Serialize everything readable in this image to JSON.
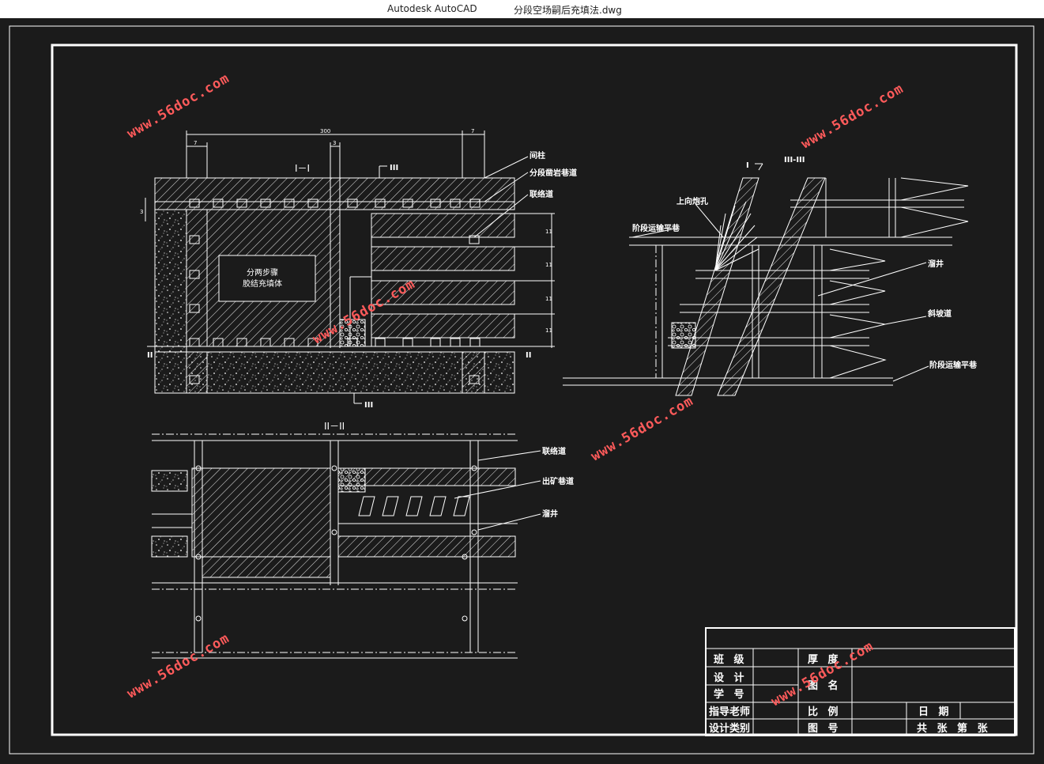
{
  "app": {
    "name": "Autodesk AutoCAD",
    "document": "分段空场嗣后充填法.dwg"
  },
  "section_1": {
    "title": "I－I",
    "cut_marker_right": "III",
    "cut_marker_bottom": "III",
    "side_marker_left": "II",
    "side_marker_right": "II",
    "dim_total": "300",
    "dim_left": "7",
    "dim_mid": "3",
    "dim_right": "7",
    "dim_left_v": "3",
    "dim_v1": "11",
    "dim_v2": "11",
    "dim_v3": "11",
    "dim_v4": "11",
    "fill_text_1": "分两步骤",
    "fill_text_2": "胶结充填体",
    "labels": [
      "间柱",
      "分段凿岩巷道",
      "联络道"
    ]
  },
  "section_2": {
    "title": "II－II",
    "labels": [
      "联络道",
      "出矿巷道",
      "溜井"
    ]
  },
  "section_3": {
    "title": "III-III",
    "cut_marker": "I",
    "labels": [
      "上向炮孔",
      "阶段运输平巷",
      "溜井",
      "斜坡道",
      "阶段运输平巷"
    ]
  },
  "title_block": {
    "class_label": "班 级",
    "design_label": "设 计",
    "student_no_label": "学 号",
    "advisor_label": "指导老师",
    "category_label": "设计类别",
    "thickness_label": "厚 度",
    "drawing_name_label": "图 名",
    "scale_label": "比 例",
    "drawing_no_label": "图 号",
    "date_label": "日 期",
    "sheets_label": "共 张 第 张"
  },
  "watermark": "www.56doc.com",
  "colors": {
    "background": "#1b1b1b",
    "lines": "#ffffff",
    "watermark": "#ff5b5b"
  }
}
